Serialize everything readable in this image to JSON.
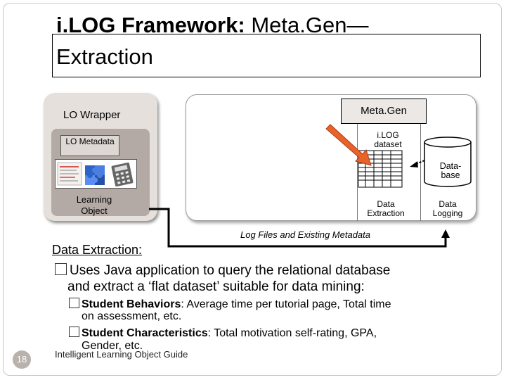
{
  "title": {
    "bold": "i.LOG Framework:",
    "rest": " Meta.Gen—",
    "line2": "Extraction"
  },
  "diagram": {
    "wrapper_label": "LO Wrapper",
    "lo_metadata": "LO Metadata",
    "learning_object": "Learning Object",
    "metagen_label": "Meta.Gen",
    "ilog_dataset": "i.LOG dataset",
    "database": "Data-base",
    "data_extraction": "Data Extraction",
    "data_logging": "Data Logging",
    "log_files": "Log Files and Existing Metadata"
  },
  "content": {
    "heading": "Data Extraction:",
    "bullet_line1": "Uses Java application to query the relational database",
    "bullet_line2": "and extract a ‘flat dataset’ suitable for data mining:",
    "sub1_bold": "Student Behaviors",
    "sub1_rest": ": Average time per tutorial page, Total time",
    "sub1_cont": "on assessment, etc.",
    "sub2_bold": "Student Characteristics",
    "sub2_rest": ": Total motivation self-rating, GPA,",
    "sub2_cont": "Gender, etc."
  },
  "footer": {
    "text": "Intelligent Learning Object Guide",
    "page": "18"
  },
  "colors": {
    "arrow": "#e8622a",
    "wrapper_outer": "#e6e0dc",
    "wrapper_inner": "#b4aaa5",
    "page_circle": "#b9b1ab"
  }
}
